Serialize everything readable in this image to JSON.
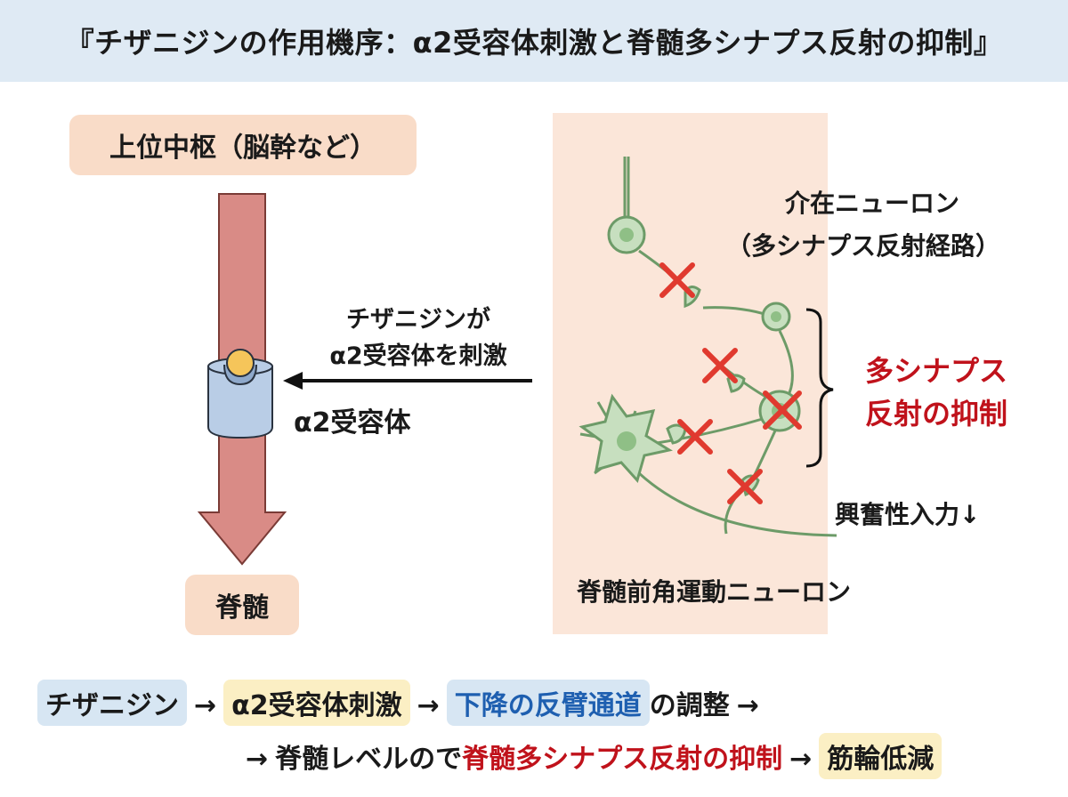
{
  "title": "『チザニジンの作用機序：α2受容体刺激と脊髄多シナプス反射の抑制』",
  "upper_center": "上位中枢（脳幹など）",
  "spinal_cord": "脊髄",
  "drug_label_line1": "チザニジンが",
  "drug_label_line2": "α2受容体を刺激",
  "receptor_label": "α2受容体",
  "interneuron_line1": "介在ニューロン",
  "interneuron_line2": "（多シナプス反射経路）",
  "polysynaptic_line1": "多シナプス",
  "polysynaptic_line2": "反射の抑制",
  "excitatory_input": "興奮性入力↓",
  "motor_neuron": "脊髄前角運動ニューロン",
  "summary": {
    "line1": {
      "drug": "チザニジン",
      "arrow1": "→",
      "receptor": "α2受容体刺激",
      "arrow2": "→",
      "pathway": "下降の反臂通道",
      "pathway_suffix": "の調整",
      "arrow3": "→"
    },
    "line2": {
      "arrow0": "→",
      "prefix": "脊髄レベルので",
      "highlight": "脊髄多シナプス反射の抑制",
      "arrow1": "→",
      "result": "筋輪低減"
    }
  },
  "colors": {
    "title_bg": "#dfeaf4",
    "peach": "#f9dcc8",
    "descending_pathway": "#d98b86",
    "receptor": "#b9cde6",
    "neuron": "#c7dfbf",
    "neuron_stroke": "#6d9b68",
    "inhibition_mark": "#e03a2f",
    "highlight_red": "#c0121b",
    "highlight_blue": "#1e5fb0"
  }
}
